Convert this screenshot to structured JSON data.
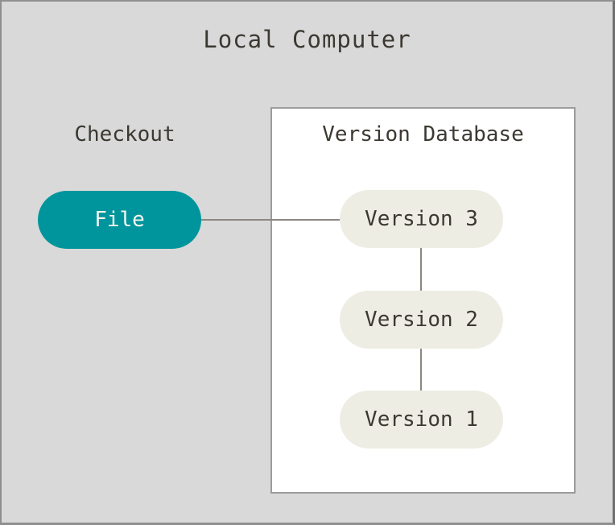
{
  "diagram": {
    "title": "Local Computer",
    "checkout_label": "Checkout",
    "file_node": {
      "label": "File"
    },
    "version_database": {
      "title": "Version Database",
      "versions": [
        {
          "label": "Version 3"
        },
        {
          "label": "Version 2"
        },
        {
          "label": "Version 1"
        }
      ]
    },
    "connections": [
      "File - Version 3",
      "Version 3 - Version 2",
      "Version 2 - Version 1"
    ],
    "colors": {
      "background": "#d9d9d9",
      "outer_border": "#8f8f8f",
      "box_bg": "#ffffff",
      "box_border": "#9c9c9c",
      "file_pill_bg": "#00959c",
      "file_pill_text": "#f7f6f1",
      "version_pill_bg": "#eeede4",
      "text_dark": "#3c3832",
      "connector": "#8c8880"
    }
  }
}
